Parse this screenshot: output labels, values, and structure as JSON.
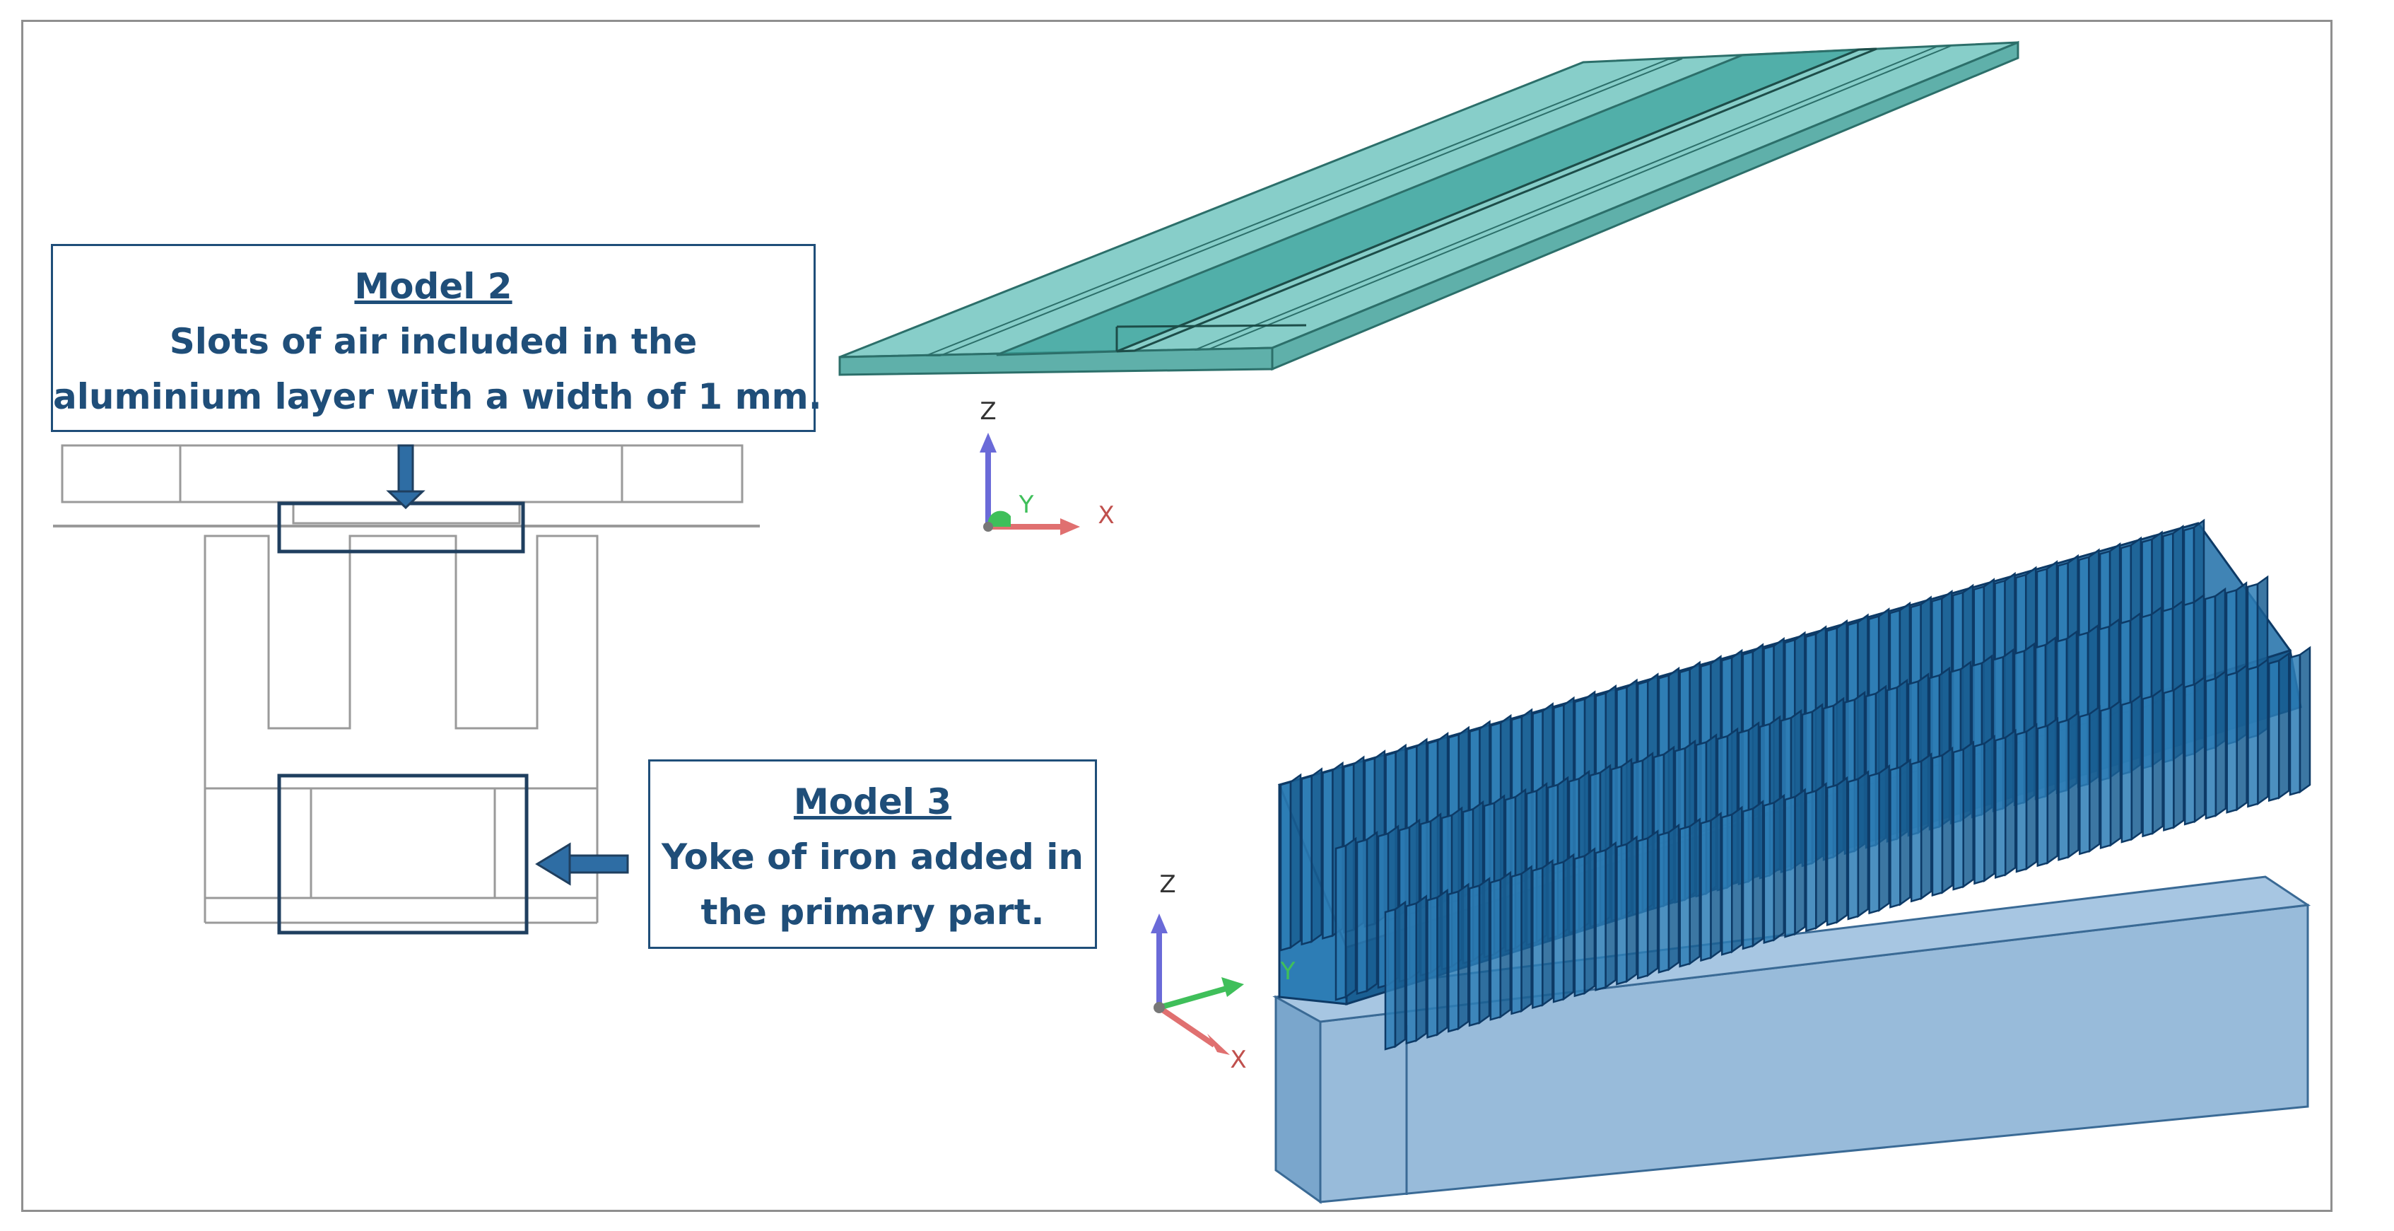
{
  "colors": {
    "text": "#1f4e79",
    "arrow_fill": "#2e6da4",
    "frame": "#8f8f8f",
    "sheet_fill": "#72c6c0",
    "sheet_edge": "#2c6f6a",
    "fin_fill": "#1f6fa8",
    "fin_edge": "#0d3a66",
    "base_fill": "#8db4d6",
    "axis_z": "#6a6ad8",
    "axis_x": "#e07070",
    "axis_y": "#3fbf5a"
  },
  "model2": {
    "title": "Model 2",
    "line1": "Slots of air included in the",
    "line2": "aluminium layer with a width of 1 mm."
  },
  "model3": {
    "title": "Model 3",
    "line1": "Yoke of iron added in",
    "line2": "the primary part."
  },
  "triad_top": {
    "z": "Z",
    "y": "Y",
    "x": "X"
  },
  "triad_bottom": {
    "z": "Z",
    "y": "Y",
    "x": "X"
  },
  "icons": {
    "down_arrow": "down-arrow-icon",
    "left_arrow": "left-arrow-icon"
  }
}
